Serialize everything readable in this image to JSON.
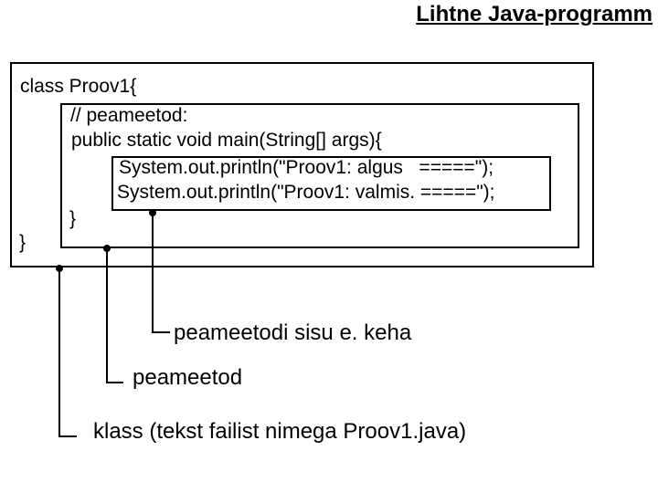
{
  "slide": {
    "title": "Lihtne Java-programm",
    "background_color": "#ffffff",
    "ink_color": "#000000"
  },
  "code": {
    "class_open": "class Proov1{",
    "comment": "// peameetod:",
    "main_signature": "public static void main(String[] args){",
    "println_1": "System.out.println(\"Proov1: algus   =====\");",
    "println_2": "System.out.println(\"Proov1: valmis. =====\");",
    "method_close": "}",
    "class_close": "}"
  },
  "annotations": {
    "method_body_label": "peameetodi sisu e. keha",
    "method_label": "peameetod",
    "class_label": "klass (tekst failist nimega Proov1.java)"
  }
}
